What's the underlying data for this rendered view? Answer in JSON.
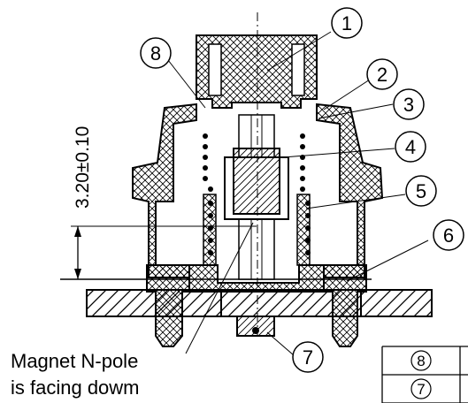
{
  "callouts": [
    "1",
    "2",
    "3",
    "4",
    "5",
    "6",
    "7",
    "8"
  ],
  "dimension": {
    "text": "3.20±0.10"
  },
  "note": {
    "line1": "Magnet N-pole",
    "line2": "is facing dowm"
  },
  "parts_table": {
    "rows": [
      "8",
      "7"
    ]
  },
  "colors": {
    "line": "#000000",
    "background": "#ffffff"
  }
}
